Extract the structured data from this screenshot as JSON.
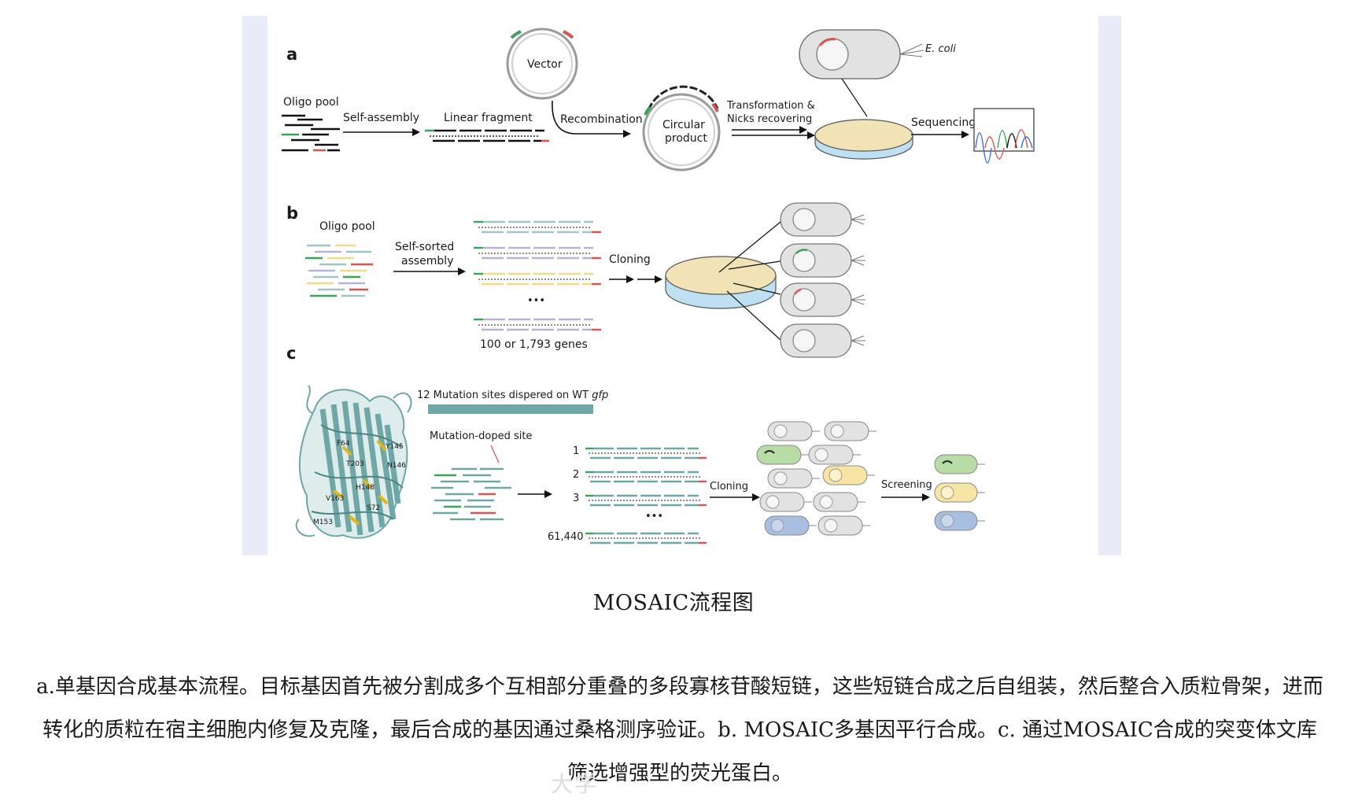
{
  "figure": {
    "panel_a": {
      "label": "a",
      "oligo_pool": "Oligo pool",
      "self_assembly": "Self-assembly",
      "linear_fragment": "Linear fragment",
      "vector": "Vector",
      "recombination": "Recombination",
      "circular_product_1": "Circular",
      "circular_product_2": "product",
      "transformation_1": "Transformation &",
      "transformation_2": "Nicks recovering",
      "ecoli": "E. coli",
      "sequencing": "Sequencing"
    },
    "panel_b": {
      "label": "b",
      "oligo_pool": "Oligo pool",
      "self_sorted_1": "Self-sorted",
      "self_sorted_2": "assembly",
      "cloning": "Cloning",
      "ellipsis": "•••",
      "genes": "100 or 1,793 genes"
    },
    "panel_c": {
      "label": "c",
      "mutation_sites": "12 Mutation sites dispered on WT",
      "gfp": "gfp",
      "mutation_doped": "Mutation-doped site",
      "rows": [
        "1",
        "2",
        "3",
        "61,440"
      ],
      "ellipsis": "•••",
      "cloning": "Cloning",
      "screening": "Screening",
      "residues": [
        "F64",
        "Y145",
        "N146",
        "H148",
        "V163",
        "S72",
        "M153",
        "T203"
      ]
    },
    "colors": {
      "green": "#3aa55a",
      "red": "#d9534f",
      "teal": "#6fa6a6",
      "plate": "#f1e3b5",
      "plate_rim": "#bfe0f2",
      "cell": "#e2e2e2",
      "frame": "#e9ebf9",
      "cell_green": "#b7dca5",
      "cell_yellow": "#f7e6a3",
      "cell_blue": "#a9bfe1"
    }
  },
  "caption": {
    "title": "MOSAIC流程图",
    "body": "a.单基因合成基本流程。目标基因首先被分割成多个互相部分重叠的多段寡核苷酸短链，这些短链合成之后自组装，然后整合入质粒骨架，进而转化的质粒在宿主细胞内修复及克隆，最后合成的基因通过桑格测序验证。b. MOSAIC多基因平行合成。c. 通过MOSAIC合成的突变体文库筛选增强型的荧光蛋白。"
  },
  "watermark": "大学"
}
